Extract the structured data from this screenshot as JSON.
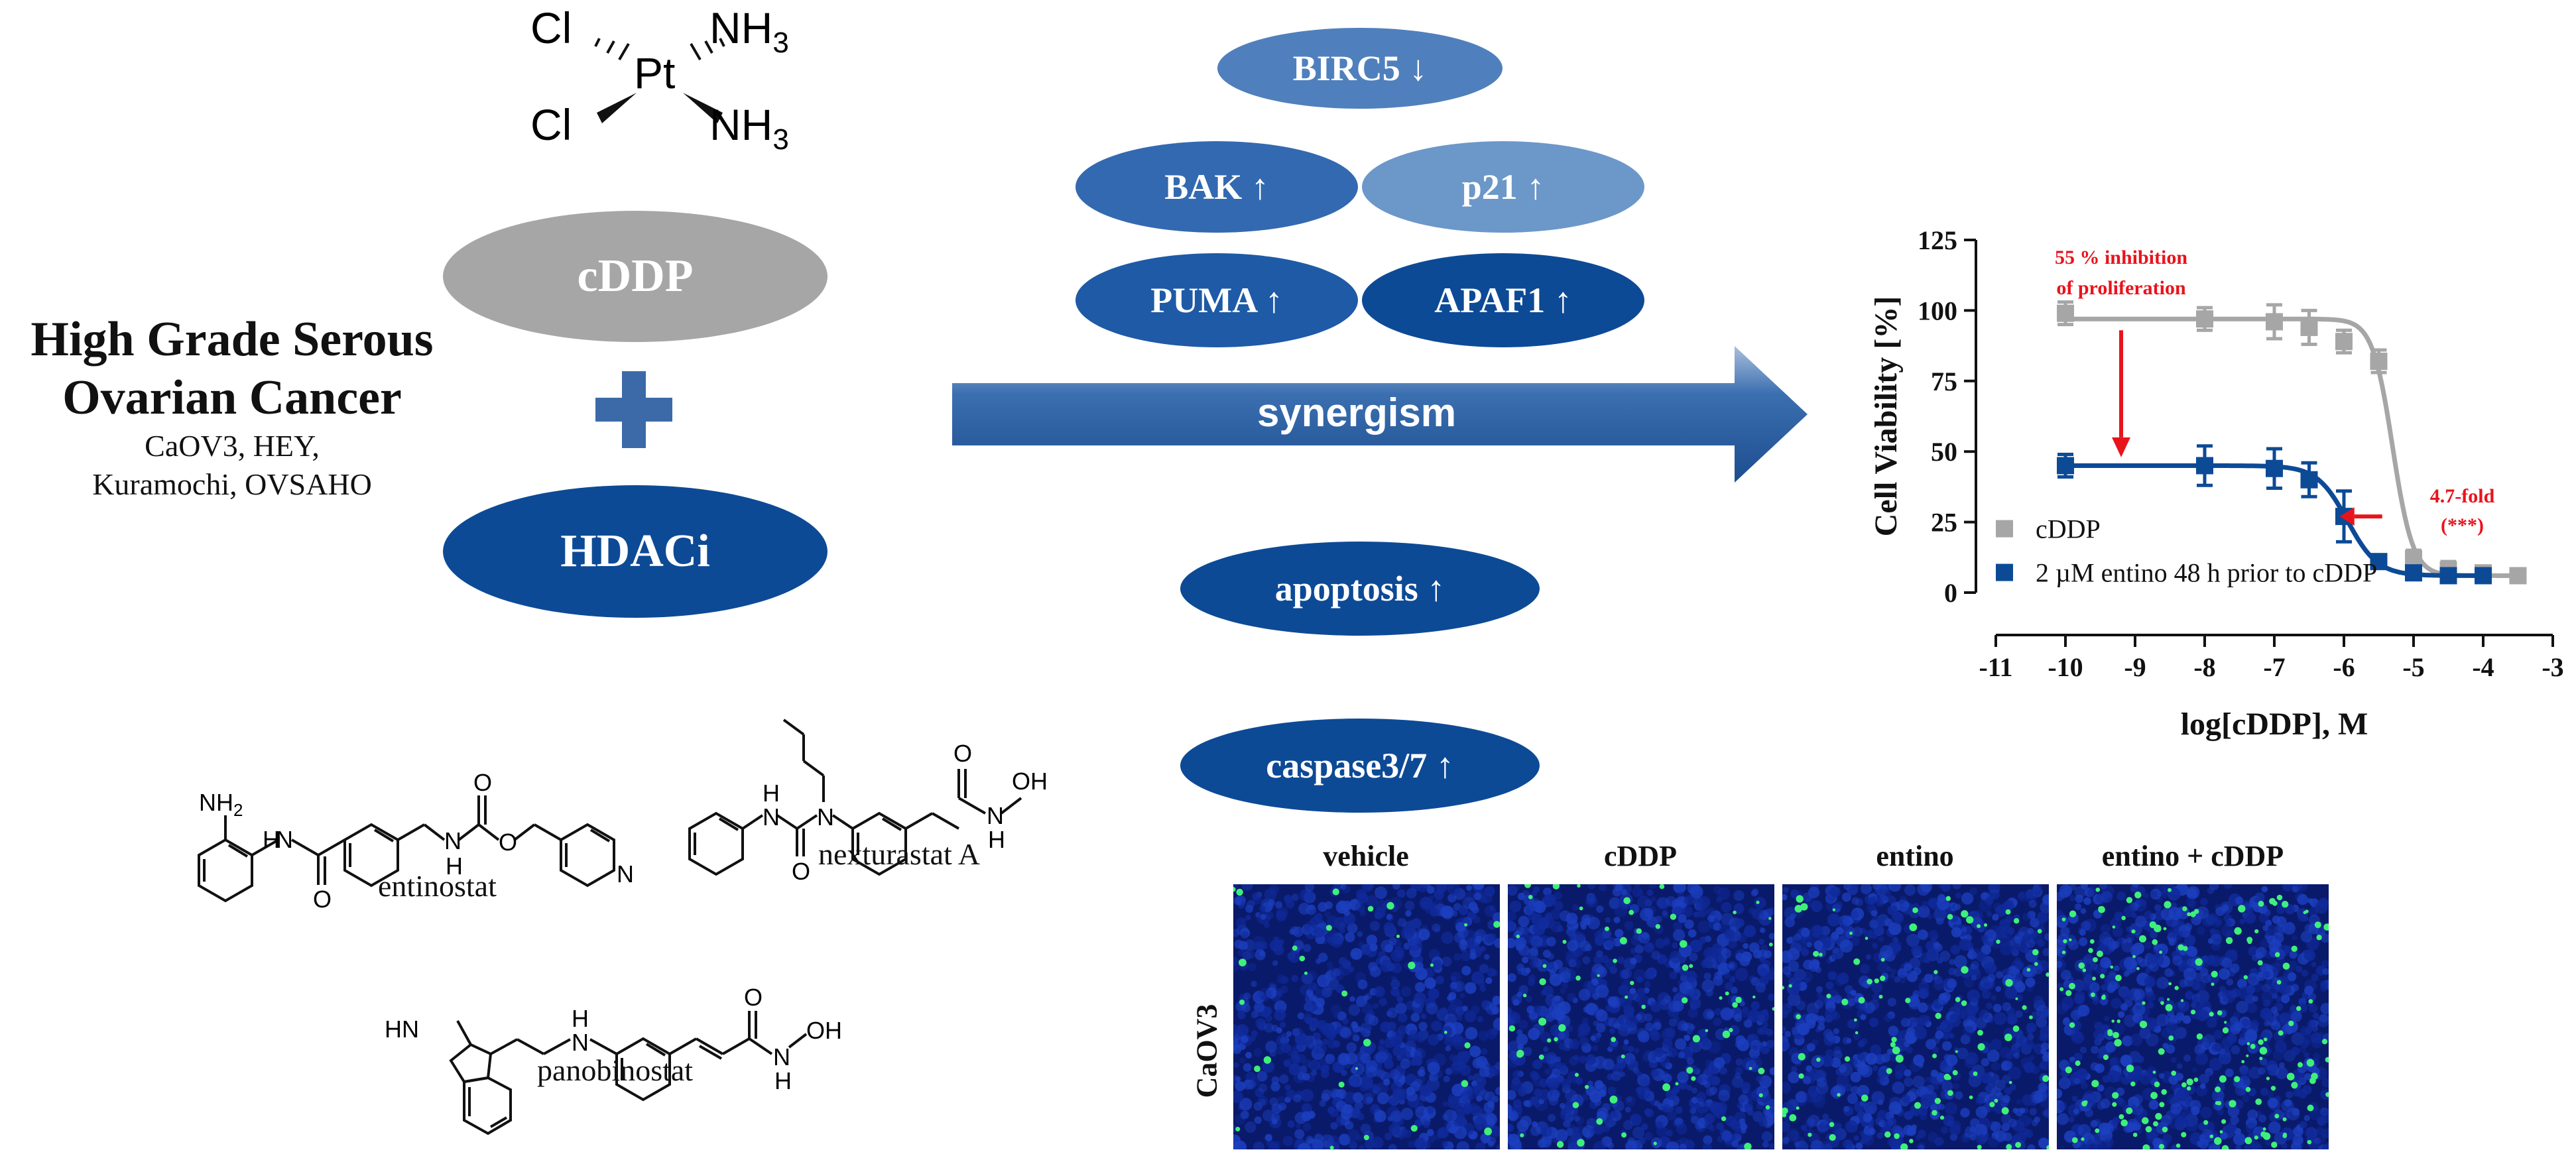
{
  "cisplatin": {
    "cl_top": "Cl",
    "cl_bottom": "Cl",
    "pt": "Pt",
    "nh3_top_main": "NH",
    "nh3_top_sub": "3",
    "nh3_bottom_main": "NH",
    "nh3_bottom_sub": "3"
  },
  "left": {
    "cddp_label": "cDDP",
    "plus_symbol": "+",
    "hdaci_label": "HDACi",
    "title_line1": "High Grade Serous",
    "title_line2": "Ovarian Cancer",
    "cells_line1": "CaOV3, HEY,",
    "cells_line2": "Kuramochi, OVSAHO"
  },
  "structures": {
    "entinostat": "entinostat",
    "nexturastat": "nexturastat A",
    "panobinostat": "panobinostat",
    "atoms": {
      "nh2": "NH",
      "nh2_sub": "2",
      "n": "N",
      "h": "H",
      "o": "O",
      "oh": "OH",
      "hn": "HN",
      "nh": "NH"
    }
  },
  "markers": {
    "birc5": "BIRC5 ↓",
    "bak": "BAK ↑",
    "p21": "p21 ↑",
    "puma": "PUMA ↑",
    "apaf1": "APAF1 ↑",
    "apoptosis": "apoptosis ↑",
    "caspase": "caspase3/7 ↑"
  },
  "arrow": {
    "label": "synergism"
  },
  "colors": {
    "dark_blue": "#0d4a96",
    "mid_blue": "#3369b0",
    "light_blue": "#5b8bc4",
    "lighter_blue": "#6c97c9",
    "gray": "#a6a6a6",
    "red": "#e8141c"
  },
  "images": {
    "row_label": "CaOV3",
    "columns": [
      "vehicle",
      "cDDP",
      "entino",
      "entino + cDDP"
    ]
  },
  "chart_data": {
    "type": "scatter",
    "xlabel": "log[cDDP], M",
    "ylabel": "Cell Viability [%]",
    "xlim": [
      -11,
      -3
    ],
    "ylim": [
      0,
      125
    ],
    "xticks": [
      -11,
      -10,
      -9,
      -8,
      -7,
      -6,
      -5,
      -4,
      -3
    ],
    "yticks": [
      0,
      25,
      50,
      75,
      100,
      125
    ],
    "legend_position": "bottom-left",
    "series": [
      {
        "name": "cDDP",
        "color": "#a6a6a6",
        "x": [
          -10,
          -8,
          -7,
          -6.5,
          -6,
          -5.5,
          -5,
          -4.5,
          -4,
          -3.5
        ],
        "y": [
          99,
          97,
          96,
          94,
          89,
          82,
          12,
          8,
          7,
          6
        ],
        "err": [
          4,
          4,
          6,
          6,
          4,
          4,
          3,
          3,
          2,
          2
        ],
        "fit": {
          "top": 97,
          "bottom": 6,
          "logIC50": -5.3,
          "hill": 3
        }
      },
      {
        "name": "2 µM entino 48 h prior to cDDP",
        "color": "#0d4a96",
        "x": [
          -10,
          -8,
          -7,
          -6.5,
          -6,
          -5.5,
          -5,
          -4.5,
          -4
        ],
        "y": [
          45,
          45,
          44,
          40,
          27,
          11,
          7,
          6,
          6
        ],
        "err": [
          4,
          7,
          7,
          6,
          9,
          2,
          2,
          2,
          2
        ],
        "fit": {
          "top": 45,
          "bottom": 6,
          "logIC50": -5.95,
          "hill": 2
        }
      }
    ],
    "annotations": {
      "inhibition_line1": "55 % inhibition",
      "inhibition_line2": "of proliferation",
      "fold_line1": "4.7-fold",
      "fold_line2": "(***)"
    }
  }
}
